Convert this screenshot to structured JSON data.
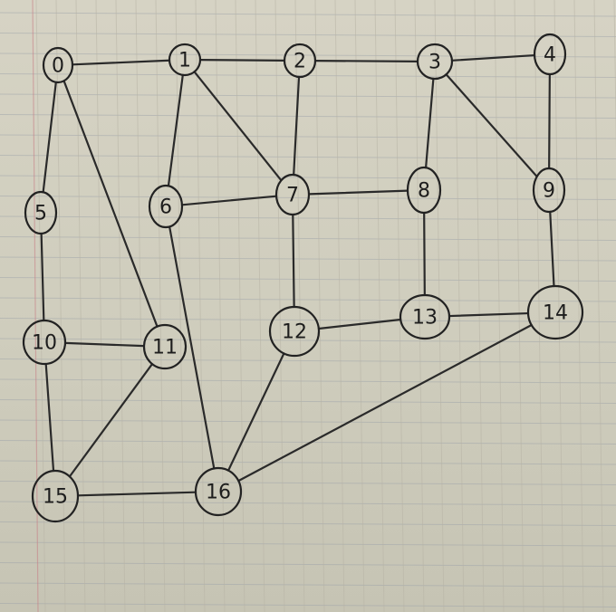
{
  "graph": {
    "nodes": [
      {
        "id": "n0",
        "label": "0"
      },
      {
        "id": "n1",
        "label": "1"
      },
      {
        "id": "n2",
        "label": "2"
      },
      {
        "id": "n3",
        "label": "3"
      },
      {
        "id": "n4",
        "label": "4"
      },
      {
        "id": "n5",
        "label": "5"
      },
      {
        "id": "n6",
        "label": "6"
      },
      {
        "id": "n7",
        "label": "7"
      },
      {
        "id": "n8",
        "label": "8"
      },
      {
        "id": "n9",
        "label": "9"
      },
      {
        "id": "n10",
        "label": "10"
      },
      {
        "id": "n11",
        "label": "11"
      },
      {
        "id": "n12",
        "label": "12"
      },
      {
        "id": "n13",
        "label": "13"
      },
      {
        "id": "n14",
        "label": "14"
      },
      {
        "id": "n15",
        "label": "15"
      },
      {
        "id": "n16",
        "label": "16"
      }
    ],
    "edges": [
      [
        "n0",
        "n1"
      ],
      [
        "n1",
        "n2"
      ],
      [
        "n2",
        "n3"
      ],
      [
        "n3",
        "n4"
      ],
      [
        "n0",
        "n5"
      ],
      [
        "n0",
        "n11"
      ],
      [
        "n1",
        "n6"
      ],
      [
        "n1",
        "n7"
      ],
      [
        "n2",
        "n7"
      ],
      [
        "n3",
        "n8"
      ],
      [
        "n3",
        "n9"
      ],
      [
        "n4",
        "n9"
      ],
      [
        "n6",
        "n7"
      ],
      [
        "n7",
        "n8"
      ],
      [
        "n6",
        "n16"
      ],
      [
        "n7",
        "n12"
      ],
      [
        "n8",
        "n13"
      ],
      [
        "n9",
        "n14"
      ],
      [
        "n5",
        "n10"
      ],
      [
        "n10",
        "n11"
      ],
      [
        "n10",
        "n15"
      ],
      [
        "n11",
        "n15"
      ],
      [
        "n15",
        "n16"
      ],
      [
        "n12",
        "n16"
      ],
      [
        "n12",
        "n13"
      ],
      [
        "n13",
        "n14"
      ],
      [
        "n14",
        "n16"
      ]
    ]
  }
}
